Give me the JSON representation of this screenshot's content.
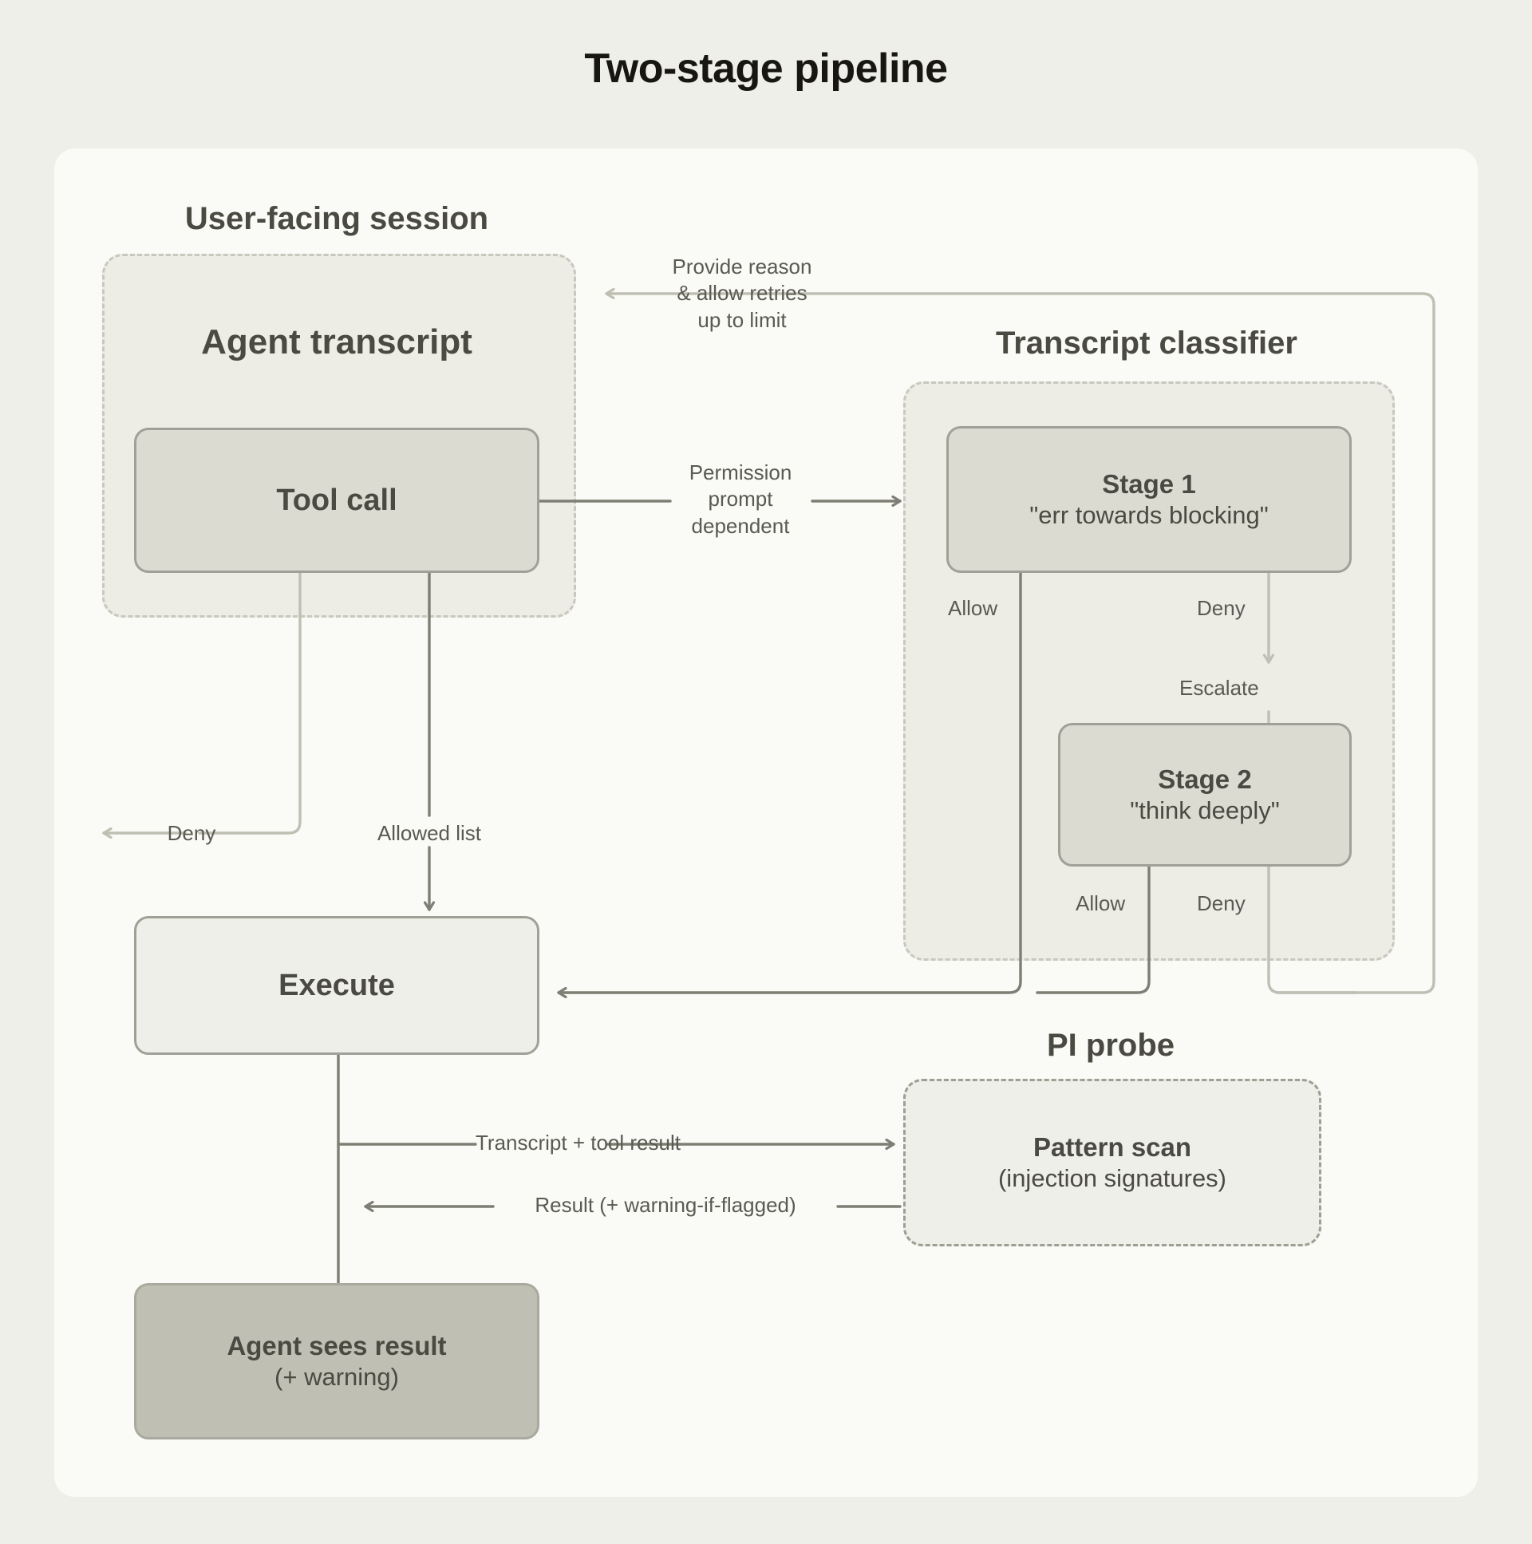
{
  "title": "Two-stage pipeline",
  "colors": {
    "page_bg": "#EFEFE9",
    "panel_bg": "#FAFAF7",
    "group_bg": "#EDEDE6",
    "group_border": "#C8C8BE",
    "node_light_bg": "#EFEFE9",
    "node_dark_bg": "#DCDBD1",
    "node_darker_bg": "#BFBFB3",
    "node_border": "#A0A096",
    "text": "#4A4A42",
    "wire": "#7E7E74",
    "wire_light": "#BFBFB3"
  },
  "groups": {
    "user_session": {
      "label": "User-facing session"
    },
    "transcript_classifier": {
      "label": "Transcript classifier"
    },
    "pi_probe": {
      "label": "PI probe"
    }
  },
  "nodes": {
    "agent_transcript": {
      "label": "Agent transcript"
    },
    "tool_call": {
      "label": "Tool call"
    },
    "stage1": {
      "title": "Stage 1",
      "sub": "\"err towards blocking\""
    },
    "stage2": {
      "title": "Stage 2",
      "sub": "\"think deeply\""
    },
    "execute": {
      "label": "Execute"
    },
    "pattern_scan": {
      "title": "Pattern scan",
      "sub": "(injection signatures)"
    },
    "agent_sees_result": {
      "title": "Agent sees result",
      "sub": "(+ warning)"
    }
  },
  "edge_labels": {
    "provide_reason": "Provide reason\n& allow retries\nup to limit",
    "permission_prompt": "Permission\nprompt\ndependent",
    "deny_left": "Deny",
    "allowed_list": "Allowed list",
    "stage1_allow": "Allow",
    "stage1_deny": "Deny",
    "escalate": "Escalate",
    "stage2_allow": "Allow",
    "stage2_deny": "Deny",
    "transcript_tool_result": "Transcript + tool result",
    "result_warning": "Result (+ warning-if-flagged)"
  }
}
